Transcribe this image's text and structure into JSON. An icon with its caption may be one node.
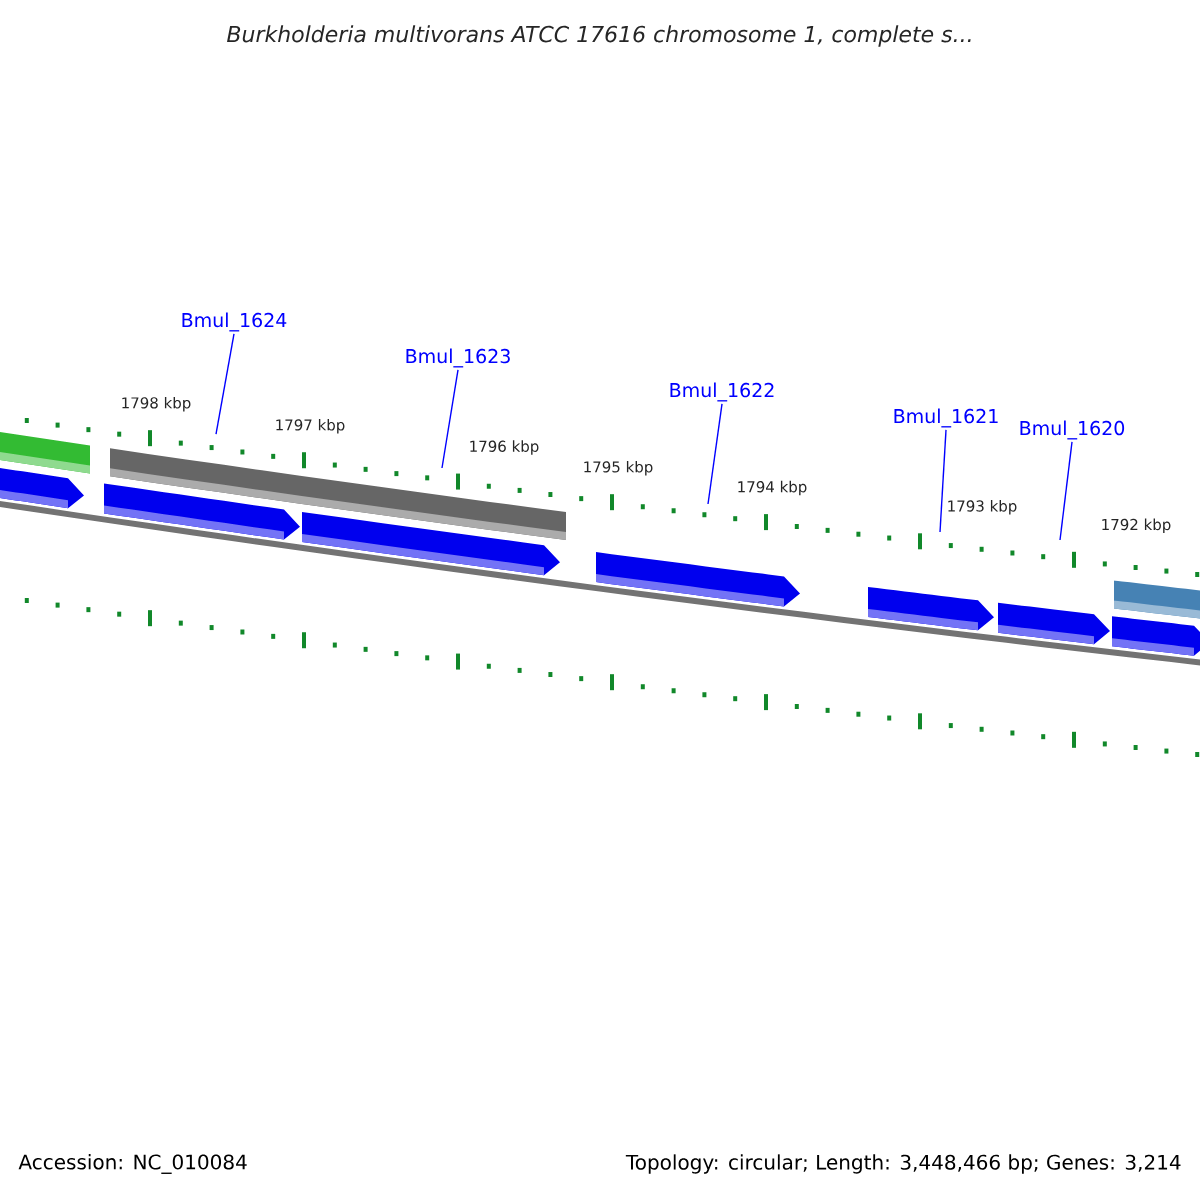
{
  "diagram": {
    "title": "Burkholderia multivorans ATCC 17616 chromosome 1, complete s...",
    "nodes": [
      {
        "text": [
          "Bmul_1624"
        ]
      },
      {
        "text": [
          "Bmul_1623"
        ]
      },
      {
        "text": [
          "Bmul_1622"
        ]
      },
      {
        "text": [
          "Bmul_1621"
        ]
      },
      {
        "text": [
          "Bmul_1620"
        ]
      }
    ],
    "edges": [
      {
        "from": 0,
        "to": null,
        "arrow": "none"
      },
      {
        "from": 1,
        "to": null,
        "arrow": "none"
      },
      {
        "from": 2,
        "to": null,
        "arrow": "none"
      },
      {
        "from": 3,
        "to": null,
        "arrow": "none"
      },
      {
        "from": 4,
        "to": null,
        "arrow": "none"
      }
    ],
    "labels": [
      "1798 kbp",
      "1797 kbp",
      "1796 kbp",
      "1795 kbp",
      "1794 kbp",
      "1793 kbp",
      "1792 kbp",
      "Accession: NC_010084",
      "Topology: circular; Length: 3,448,466 bp; Genes: 3,214"
    ]
  }
}
